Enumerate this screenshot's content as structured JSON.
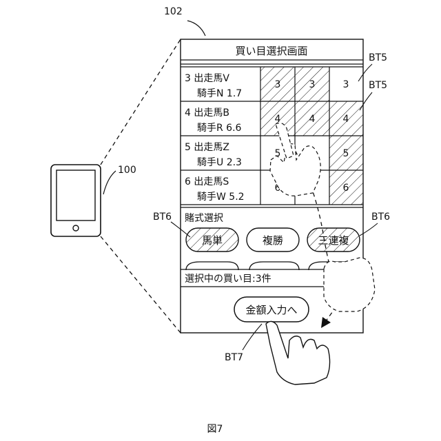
{
  "labels": {
    "screen_ref": "102",
    "device_ref": "100",
    "bt5_a": "BT5",
    "bt5_b": "BT5",
    "bt6_left": "BT6",
    "bt6_right": "BT6",
    "bt7": "BT7",
    "figure": "図7"
  },
  "screen": {
    "title": "買い目選択画面",
    "horses": [
      {
        "line1": "3 出走馬V",
        "line2": "騎手N 1.7",
        "cells": [
          "3",
          "3",
          "3"
        ]
      },
      {
        "line1": "4 出走馬B",
        "line2": "騎手R 6.6",
        "cells": [
          "4",
          "4",
          "4"
        ]
      },
      {
        "line1": "5 出走馬Z",
        "line2": "騎手U 2.3",
        "cells": [
          "5",
          "",
          "5"
        ]
      },
      {
        "line1": "6 出走馬S",
        "line2": "騎手W 5.2",
        "cells": [
          "6",
          "",
          "6"
        ]
      }
    ],
    "bet_type_heading": "賭式選択",
    "bet_types": [
      "馬単",
      "複勝",
      "三連複"
    ],
    "selected_status": "選択中の買い目:3件",
    "amount_button": "金額入力へ"
  },
  "colors": {
    "line": "#111111",
    "background": "#ffffff"
  }
}
